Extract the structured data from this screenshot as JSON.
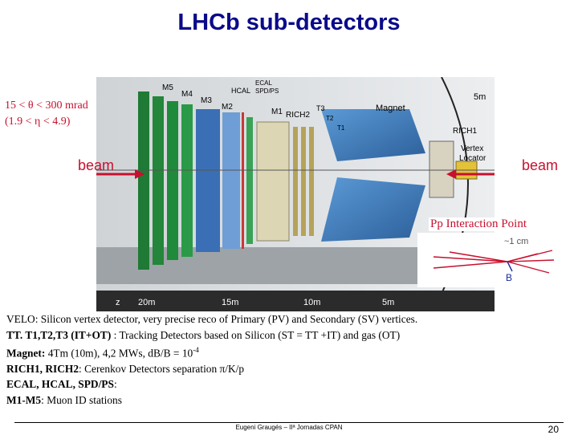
{
  "slide": {
    "title": "LHCb sub-detectors",
    "angle_range": "15 < θ < 300 mrad",
    "eta_range": "(1.9 < η < 4.9)",
    "beam_left": "beam",
    "beam_right": "beam",
    "pp_label": "Pp Interaction Point",
    "inset_scale": "~1 cm",
    "inset_b": "B",
    "footer": "Eugeni Graugés – IIª Jornadas CPAN",
    "page_number": "20"
  },
  "detector": {
    "labels": {
      "m5": "M5",
      "m4": "M4",
      "m3": "M3",
      "m2": "M2",
      "m1": "M1",
      "hcal": "HCAL",
      "ecal": "ECAL",
      "spd": "SPD/PS",
      "rich2": "RICH2",
      "t3": "T3",
      "t2": "T2",
      "t1": "T1",
      "magnet": "Magnet",
      "rich1": "RICH1",
      "vertex": "Vertex",
      "locator": "Locator",
      "five_m_top": "5m",
      "axis_z": "z",
      "scale_20": "20m",
      "scale_15": "15m",
      "scale_10": "10m",
      "scale_5": "5m"
    }
  },
  "description": {
    "velo_key": "VELO",
    "velo_text": ":  Silicon vertex detector, very precise reco of Primary (PV) and Secondary (SV)  vertices.",
    "tt_key": "TT. T1,T2,T3 (IT+OT)",
    "tt_text": " : Tracking Detectors based on Silicon (ST = TT +IT) and gas (OT)",
    "magnet_key": "Magnet:",
    "magnet_text": " 4Tm (10m), 4,2 MWs, dB/B = 10",
    "magnet_exp": "-4",
    "rich_key": "RICH1, RICH2",
    "rich_text": ":  Cerenkov Detectors separation π/K/p",
    "calo_key": "ECAL, HCAL, SPD/PS",
    "calo_text": ":",
    "muon_key": "M1-M5",
    "muon_text": ": Muon ID stations"
  },
  "colors": {
    "title": "#0a0a8a",
    "red": "#c8102e",
    "muon_green": "#1e8a3a",
    "hcal_blue": "#3a6fb5",
    "magnet_blue": "#3d7fc4"
  }
}
